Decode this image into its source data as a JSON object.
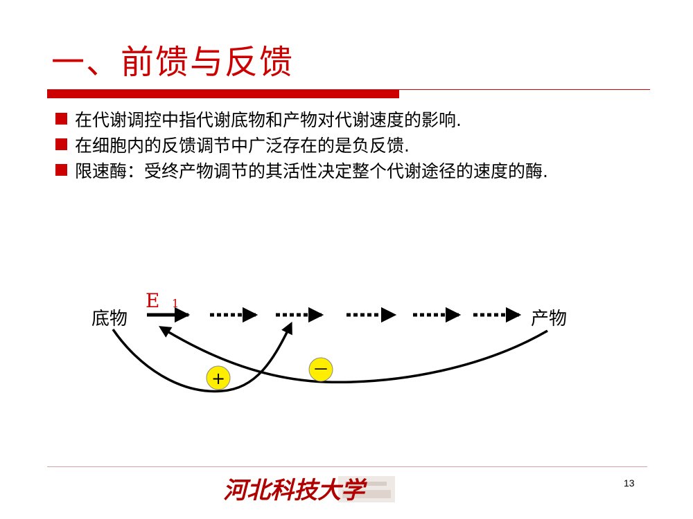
{
  "slide": {
    "title": "一、前馈与反馈",
    "bullets": [
      "在代谢调控中指代谢底物和产物对代谢速度的影响.",
      "在细胞内的反馈调节中广泛存在的是负反馈.",
      "限速酶：受终产物调节的其活性决定整个代谢途径的速度的酶."
    ],
    "page_number": "13",
    "accent_color": "#cc0000"
  },
  "diagram": {
    "substrate_label": "底物",
    "product_label": "产物",
    "enzyme_label": "E",
    "enzyme_subscript": "1",
    "positive_sign": "+",
    "negative_sign": "－"
  },
  "footer": {
    "logo_text": "河北科技大学"
  }
}
